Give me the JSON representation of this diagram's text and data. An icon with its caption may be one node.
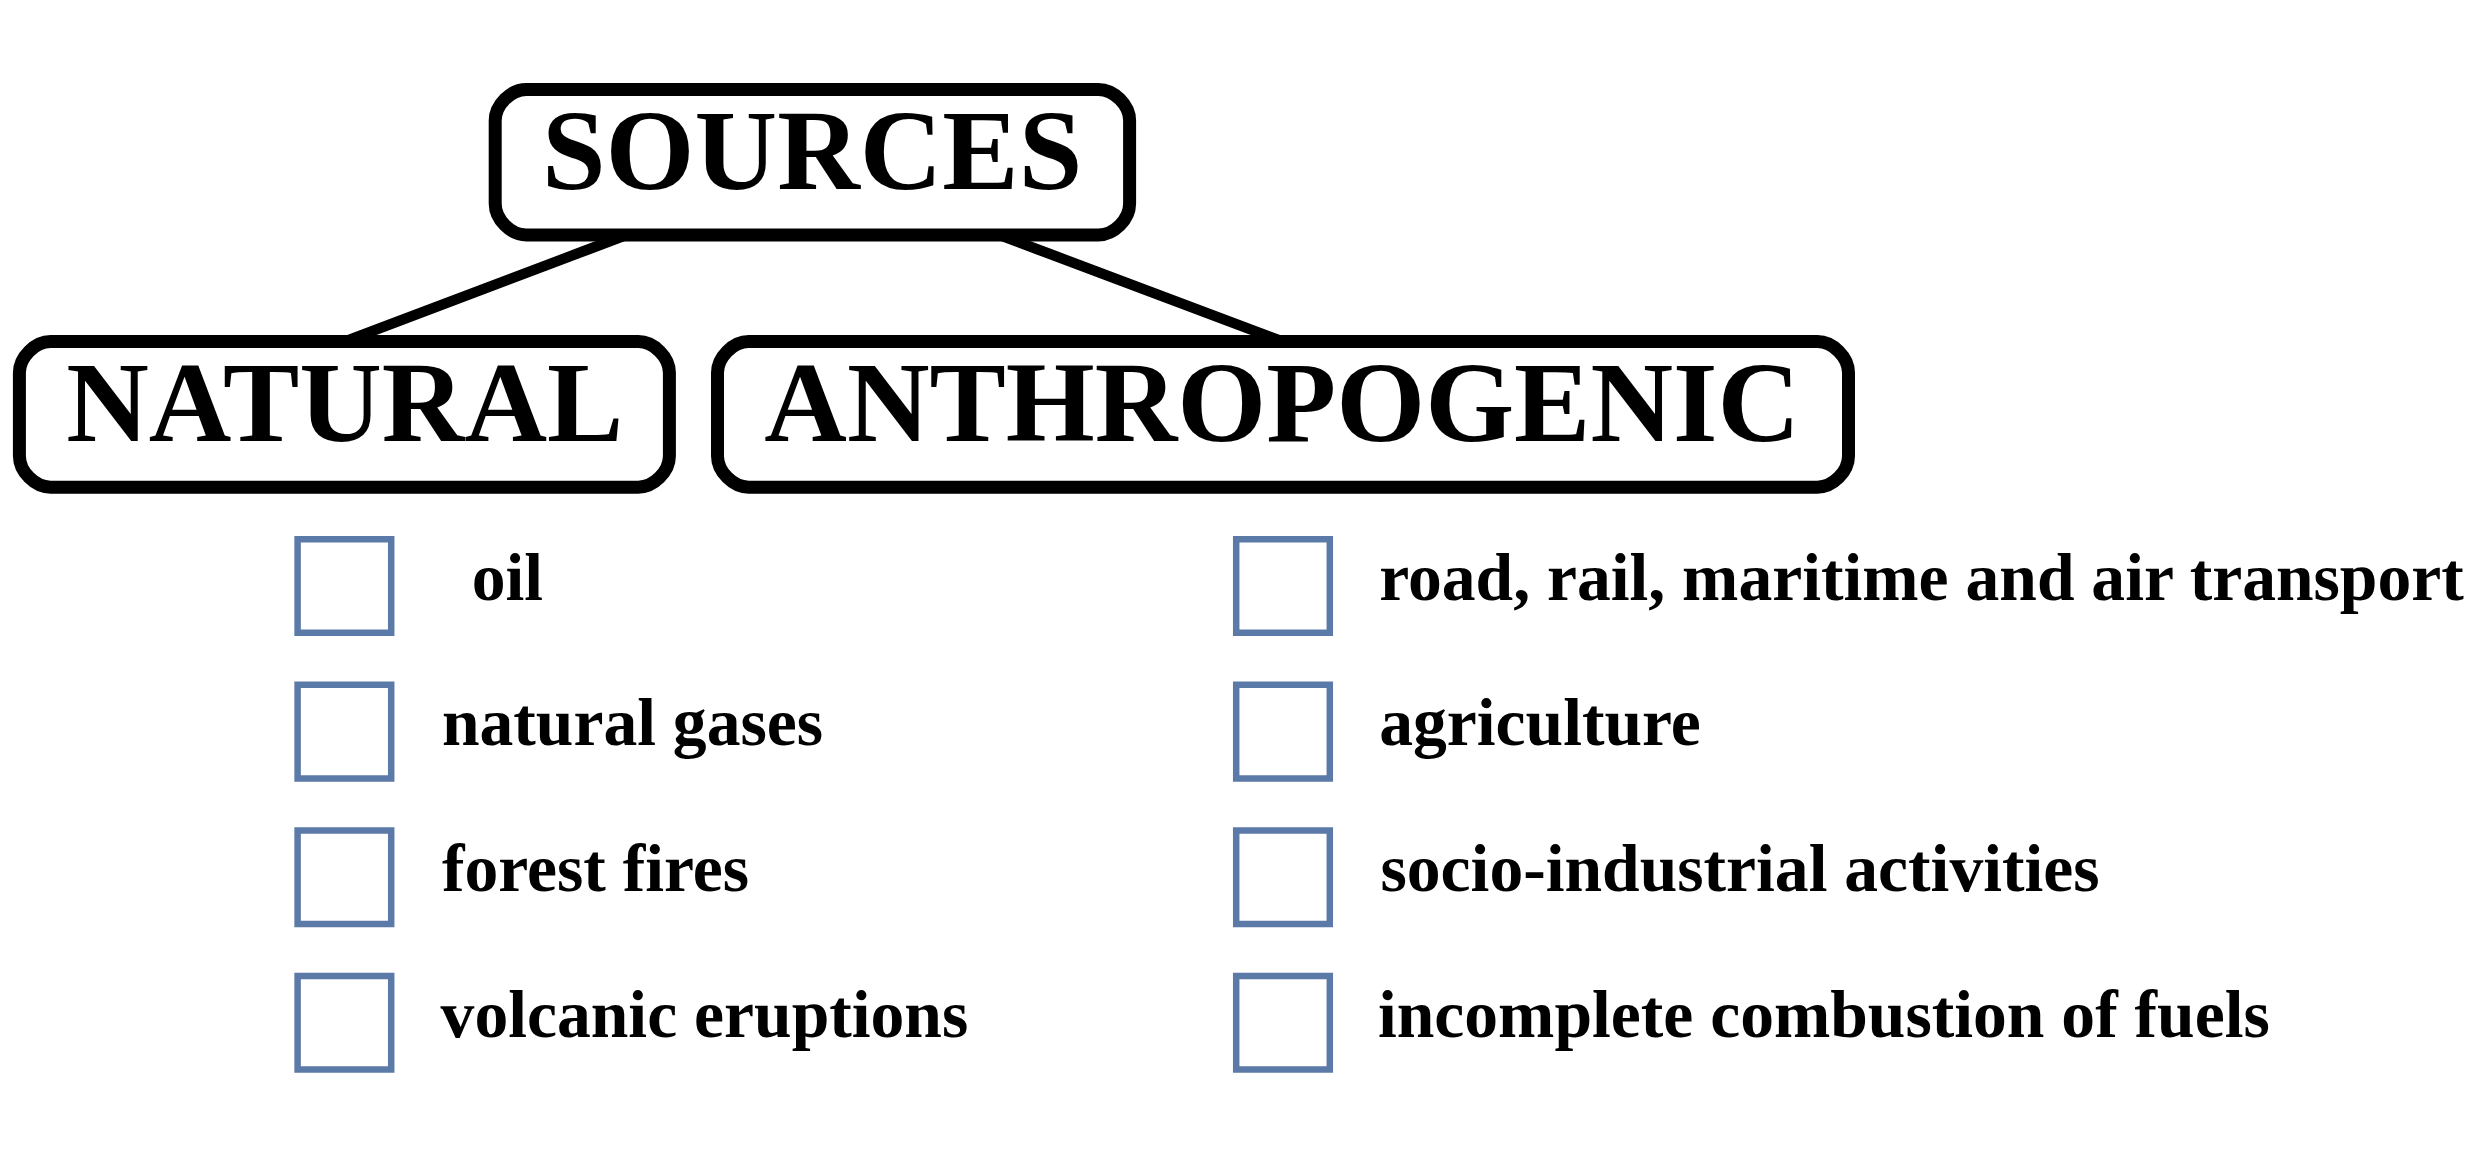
{
  "diagram": {
    "nodes": [
      {
        "text": [
          "SOURCES"
        ]
      },
      {
        "text": [
          "NATURAL"
        ]
      },
      {
        "text": [
          "ANTHROPOGENIC"
        ]
      },
      {
        "text": [],
        "shape": "box",
        "beside": [
          "oil"
        ]
      },
      {
        "text": [],
        "shape": "box",
        "beside": [
          "natural gases"
        ]
      },
      {
        "text": [],
        "shape": "box",
        "beside": [
          "forest fires"
        ]
      },
      {
        "text": [],
        "shape": "box",
        "beside": [
          "volcanic eruptions"
        ]
      },
      {
        "text": [],
        "shape": "box",
        "beside": [
          "road, rail, maritime and air transport"
        ]
      },
      {
        "text": [],
        "shape": "box",
        "beside": [
          "agriculture"
        ]
      },
      {
        "text": [],
        "shape": "box",
        "beside": [
          "socio-industrial activities"
        ]
      },
      {
        "text": [],
        "shape": "box",
        "beside": [
          "incomplete combustion of fuels"
        ]
      }
    ],
    "edges": [
      {
        "from": 0,
        "to": 1,
        "arrow": "none"
      },
      {
        "from": 0,
        "to": 2,
        "arrow": "none"
      }
    ]
  }
}
